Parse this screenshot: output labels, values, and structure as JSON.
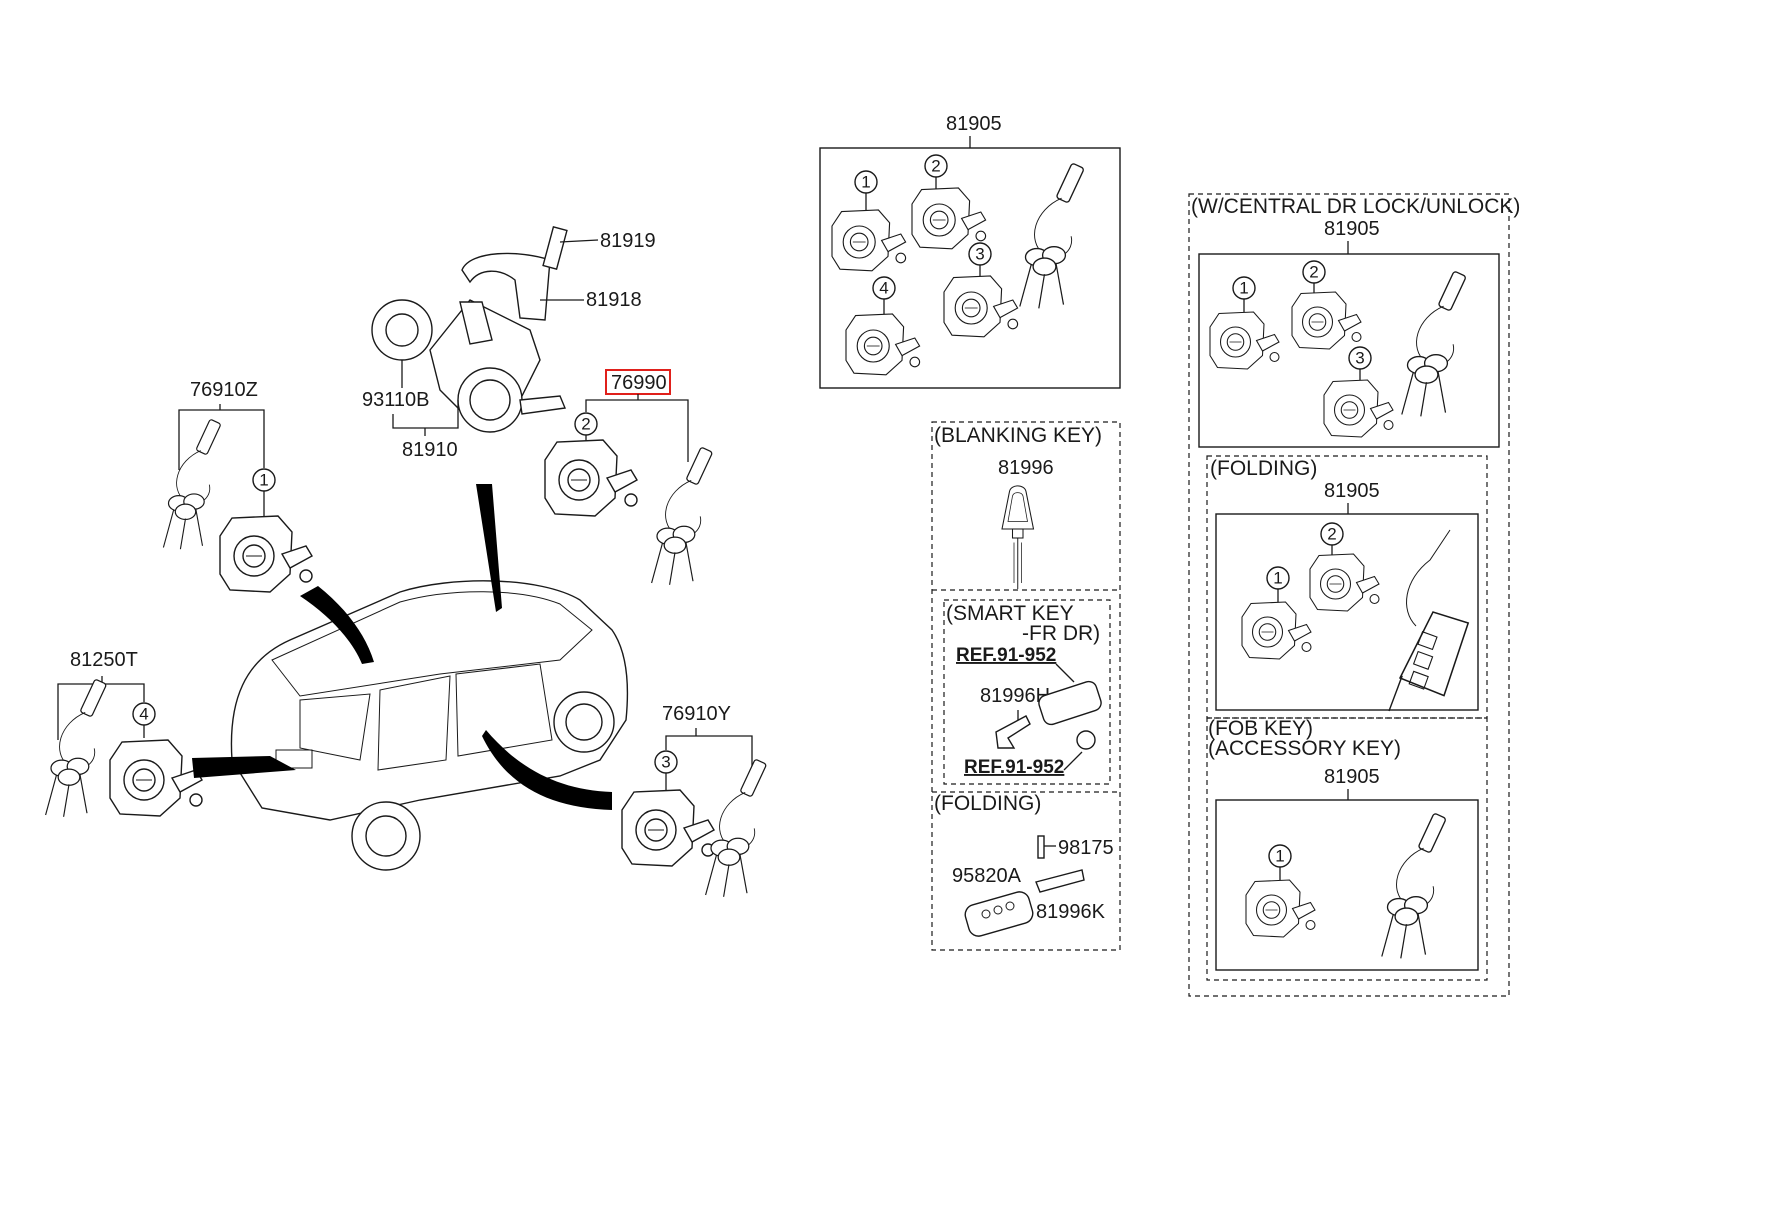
{
  "labels": {
    "p81919": "81919",
    "p81918": "81918",
    "p93110B": "93110B",
    "p81910": "81910",
    "p76990": "76990",
    "p76910Z": "76910Z",
    "p81250T": "81250T",
    "p76910Y": "76910Y",
    "p81905_main": "81905",
    "p81905_central": "81905",
    "p81905_folding": "81905",
    "p81905_fob": "81905",
    "p81996": "81996",
    "p81996H": "81996H",
    "p98175": "98175",
    "p95820A": "95820A",
    "p81996K": "81996K",
    "ref1": "REF.91-952",
    "ref2": "REF.91-952"
  },
  "captions": {
    "central": "(W/CENTRAL DR LOCK/UNLOCK)",
    "folding_right": "(FOLDING)",
    "fob": "(FOB KEY)",
    "accessory": "(ACCESSORY KEY)",
    "blanking": "(BLANKING KEY)",
    "smart": "(SMART KEY",
    "smart2": "-FR DR)",
    "folding_mid": "(FOLDING)"
  },
  "callouts": {
    "one": "1",
    "two": "2",
    "three": "3",
    "four": "4"
  },
  "highlight_color": "#e0201b"
}
